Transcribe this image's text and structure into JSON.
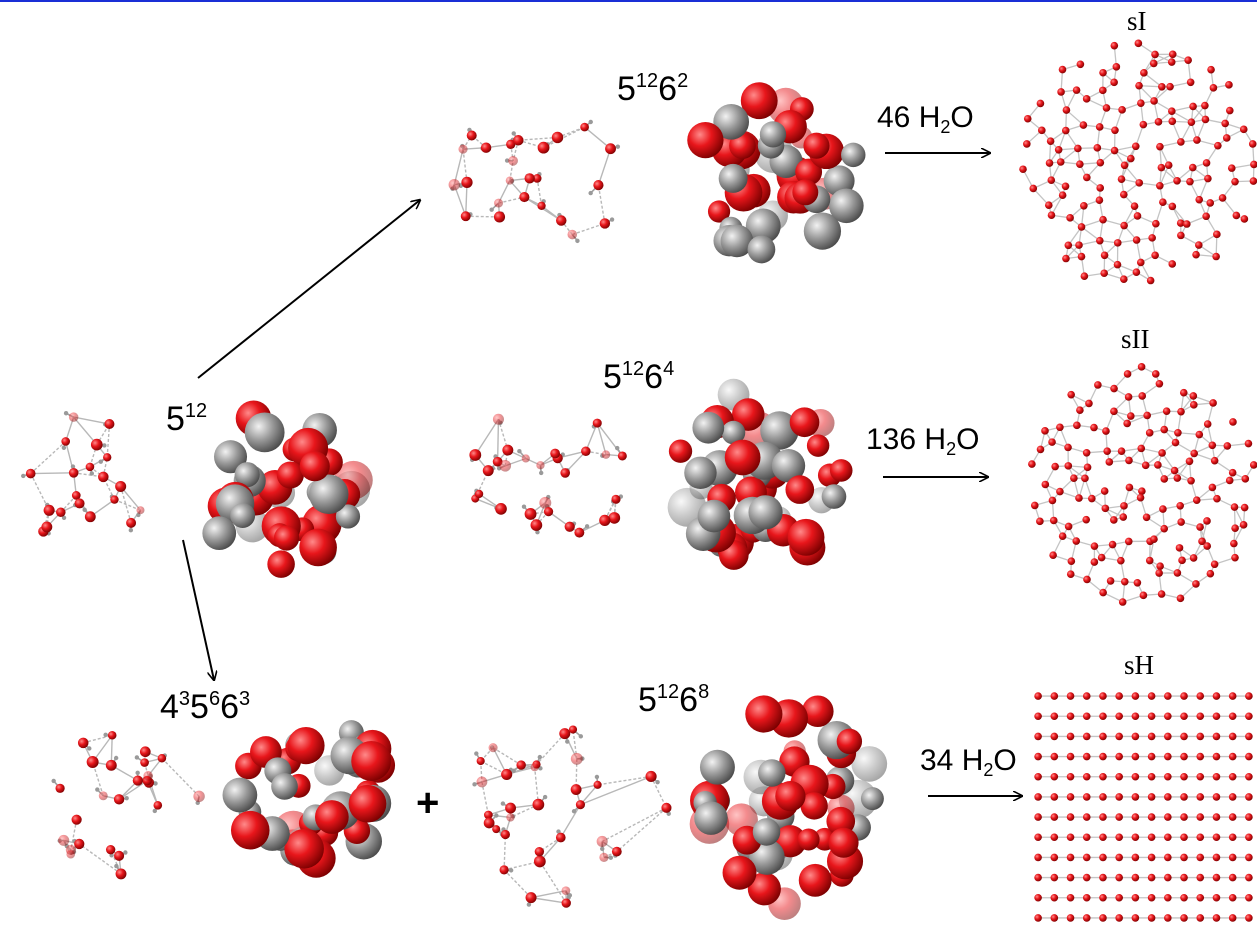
{
  "colors": {
    "oxygen": "#e8161b",
    "hydrogen": "#9a9a9a",
    "bond": "#b8b8b8",
    "topline": "#1a2fd6"
  },
  "cages": {
    "c512": {
      "base": "5",
      "sup": "12"
    },
    "c51262": {
      "base1": "5",
      "sup1": "12",
      "base2": "6",
      "sup2": "2"
    },
    "c51264": {
      "base1": "5",
      "sup1": "12",
      "base2": "6",
      "sup2": "4"
    },
    "c435663": {
      "base1": "4",
      "sup1": "3",
      "base2": "5",
      "sup2": "6",
      "base3": "6",
      "sup3": "3"
    },
    "c51268": {
      "base1": "5",
      "sup1": "12",
      "base2": "6",
      "sup2": "8"
    }
  },
  "reactions": {
    "r1": {
      "count": "46 H",
      "sub": "2",
      "tail": "O"
    },
    "r2": {
      "count": "136 H",
      "sub": "2",
      "tail": "O"
    },
    "r3": {
      "count": "34 H",
      "sub": "2",
      "tail": "O"
    }
  },
  "structures": {
    "s1": "sI",
    "s2": "sII",
    "s3": "sH"
  },
  "plus": "+"
}
